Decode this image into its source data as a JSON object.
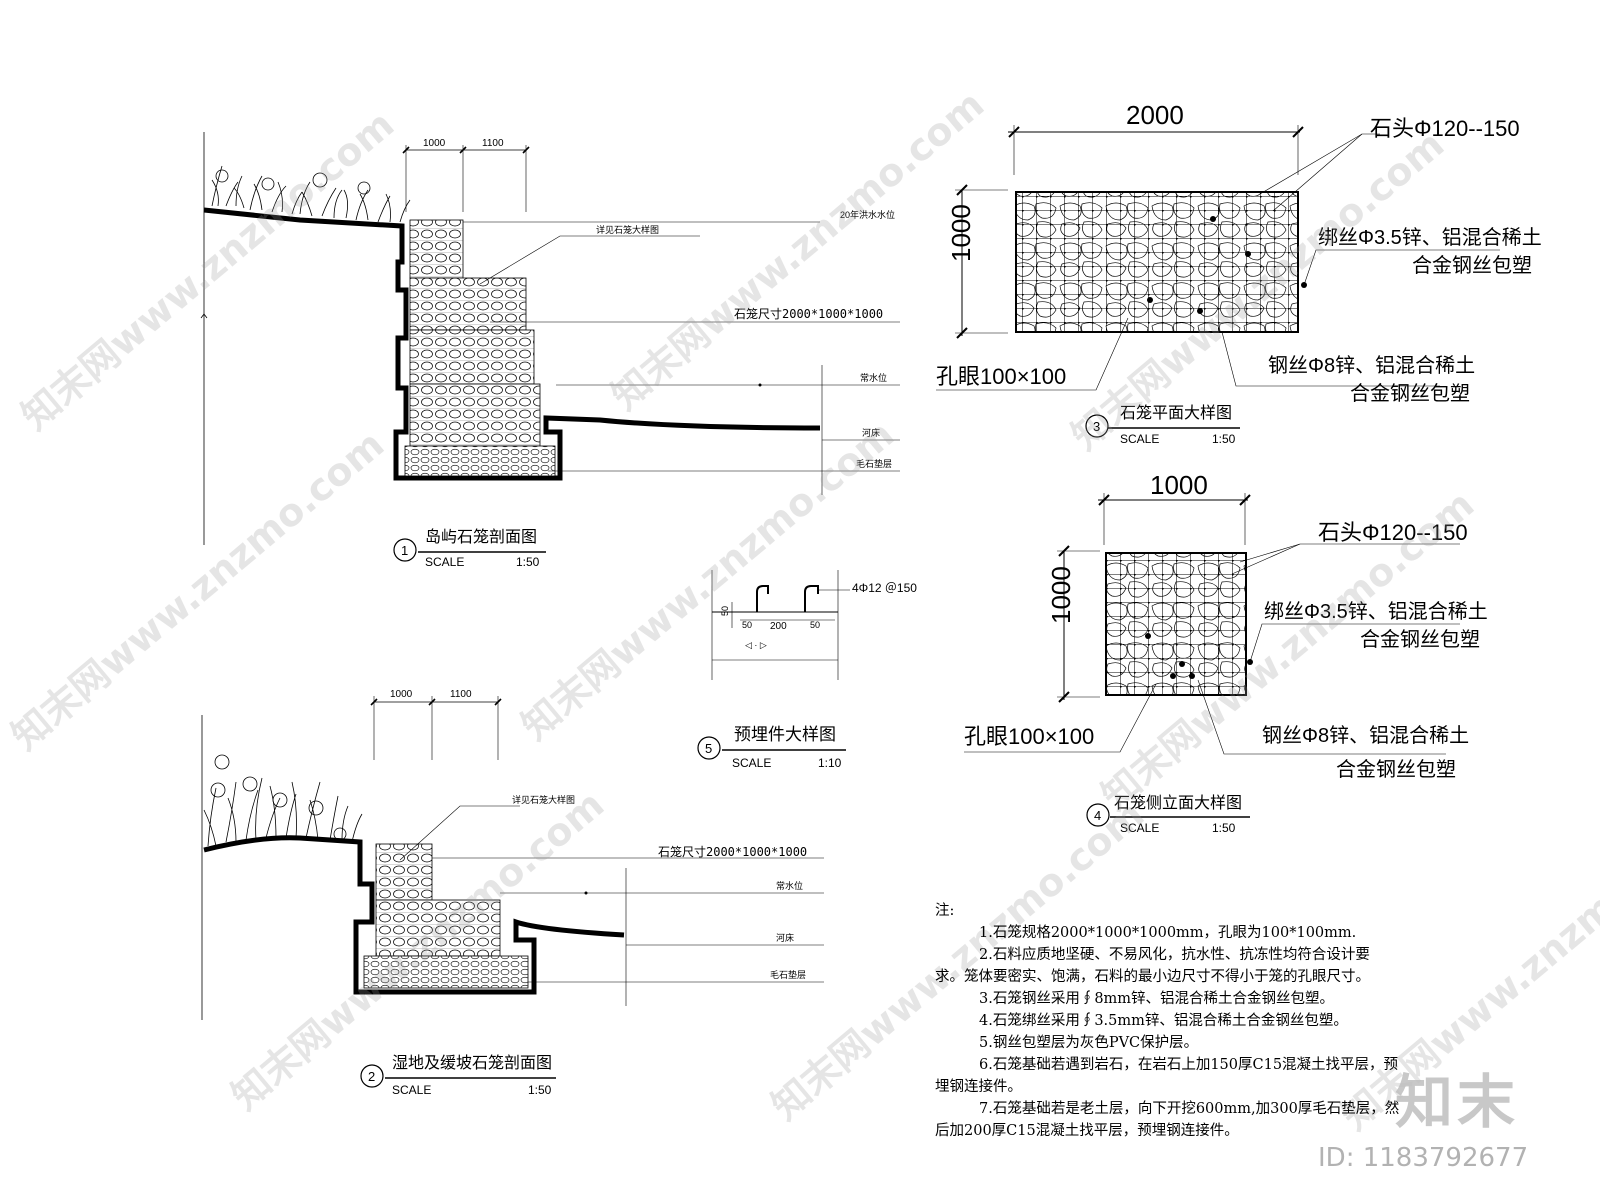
{
  "section1": {
    "dims": [
      "1000",
      "1100"
    ],
    "labels": {
      "flood": "20年洪水水位",
      "detail_ref": "详见石笼大样图",
      "size": "石笼尺寸2000*1000*1000",
      "normal_water": "常水位",
      "riverbed": "河床",
      "rubble": "毛石垫层"
    },
    "title": "岛屿石笼剖面图",
    "num": "1",
    "scale_label": "SCALE",
    "scale_value": "1:50"
  },
  "section2": {
    "dims": [
      "1000",
      "1100"
    ],
    "labels": {
      "detail_ref": "详见石笼大样图",
      "size": "石笼尺寸2000*1000*1000",
      "normal_water": "常水位",
      "riverbed": "河床",
      "rubble": "毛石垫层"
    },
    "title": "湿地及缓坡石笼剖面图",
    "num": "2",
    "scale_label": "SCALE",
    "scale_value": "1:50"
  },
  "plan": {
    "dim_w": "2000",
    "dim_h": "1000",
    "stone": "石头Φ120--150",
    "tie_wire_1": "绑丝Φ3.5锌、铝混合稀土",
    "tie_wire_2": "合金钢丝包塑",
    "mesh": "孔眼100×100",
    "steel_wire_1": "钢丝Φ8锌、铝混合稀土",
    "steel_wire_2": "合金钢丝包塑",
    "title": "石笼平面大样图",
    "num": "3",
    "scale_label": "SCALE",
    "scale_value": "1:50"
  },
  "side": {
    "dim_w": "1000",
    "dim_h": "1000",
    "stone": "石头Φ120--150",
    "tie_wire_1": "绑丝Φ3.5锌、铝混合稀土",
    "tie_wire_2": "合金钢丝包塑",
    "mesh": "孔眼100×100",
    "steel_wire_1": "钢丝Φ8锌、铝混合稀土",
    "steel_wire_2": "合金钢丝包塑",
    "title": "石笼侧立面大样图",
    "num": "4",
    "scale_label": "SCALE",
    "scale_value": "1:50"
  },
  "embed": {
    "rebar": "4Φ12 ＠150",
    "d50": "50",
    "d50b": "50",
    "d200": "200",
    "d50c": "50",
    "title": "预埋件大样图",
    "num": "5",
    "scale_label": "SCALE",
    "scale_value": "1:10"
  },
  "notes": {
    "heading": "注:",
    "n1": "1.石笼规格2000*1000*1000mm，孔眼为100*100mm.",
    "n2a": "2.石料应质地坚硬、不易风化，抗水性、抗冻性均符合设计要",
    "n2b": "求。笼体要密实、饱满，石料的最小边尺寸不得小于笼的孔眼尺寸。",
    "n3": "3.石笼钢丝采用∮8mm锌、铝混合稀土合金钢丝包塑。",
    "n4": "4.石笼绑丝采用∮3.5mm锌、铝混合稀土合金钢丝包塑。",
    "n5": "5.钢丝包塑层为灰色PVC保护层。",
    "n6a": "6.石笼基础若遇到岩石，在岩石上加150厚C15混凝土找平层，预",
    "n6b": "埋钢连接件。",
    "n7a": "7.石笼基础若是老土层，向下开挖600mm,加300厚毛石垫层，然",
    "n7b": "后加200厚C15混凝土找平层，预埋钢连接件。"
  },
  "watermark": {
    "text": "知末网www.znzmo.com",
    "logo": "知末",
    "id": "ID: 1183792677"
  }
}
